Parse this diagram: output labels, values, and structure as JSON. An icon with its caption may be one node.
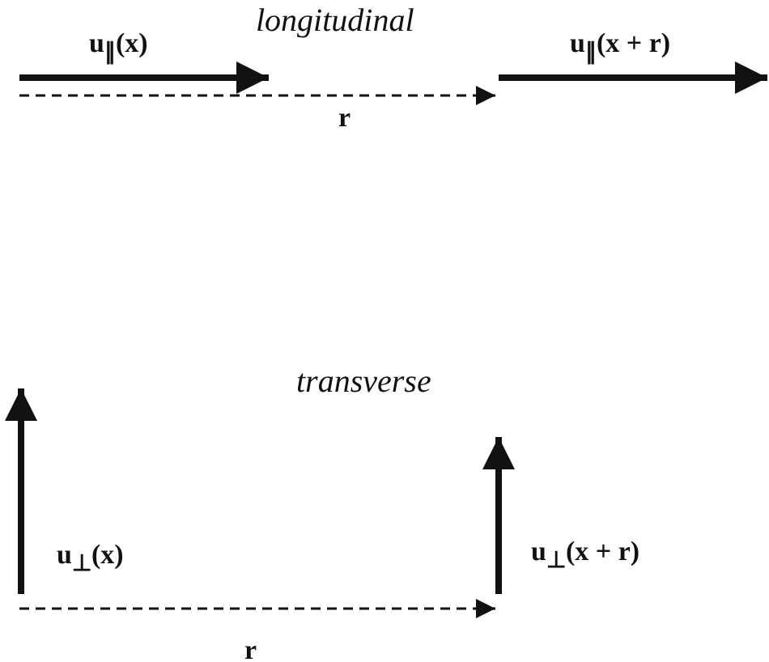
{
  "diagram": {
    "labels": [
      "longitudinal",
      "u$_{∥}$(x)",
      "u$_{∥}$(x + r)",
      "r",
      "transverse",
      "u$_{⊥}$(x)",
      "u$_{⊥}$(x + r)",
      "r"
    ]
  }
}
